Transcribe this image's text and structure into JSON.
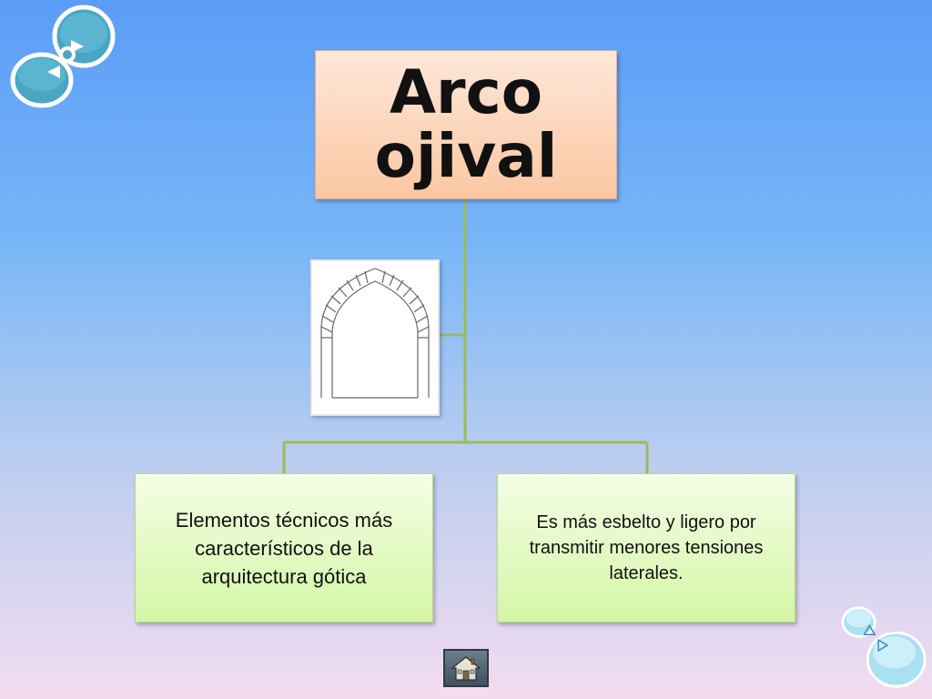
{
  "title": "Arco ojival",
  "children": [
    {
      "text": "Elementos técnicos más característicos de la arquitectura gótica"
    },
    {
      "text": "Es más esbelto y ligero por transmitir menores tensiones laterales."
    }
  ],
  "picture": {
    "icon": "gothic-arch-icon"
  },
  "navigation": {
    "home_icon": "home-icon"
  },
  "decorations": {
    "top_left": "infinity-logo-icon",
    "bottom_right": "infinity-logo-icon"
  },
  "colors": {
    "title_box": "#fcc7a2",
    "child_box": "#d4f6a6",
    "connector": "#9bbb59",
    "home_button": "#4f6170"
  }
}
